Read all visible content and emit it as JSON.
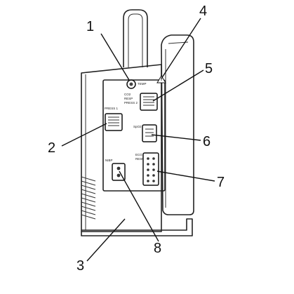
{
  "callouts": [
    "1",
    "2",
    "3",
    "4",
    "5",
    "6",
    "7",
    "8"
  ],
  "port_labels": {
    "temp": "TEMP",
    "press": "PRESS 1",
    "co2_top": "CO2",
    "co2_mid": "RESP",
    "co2_bot": "PRESS 2",
    "spo2": "SpO2",
    "ecg_top": "ECG",
    "ecg_bot": "RESP",
    "nibp": "NIBP"
  }
}
